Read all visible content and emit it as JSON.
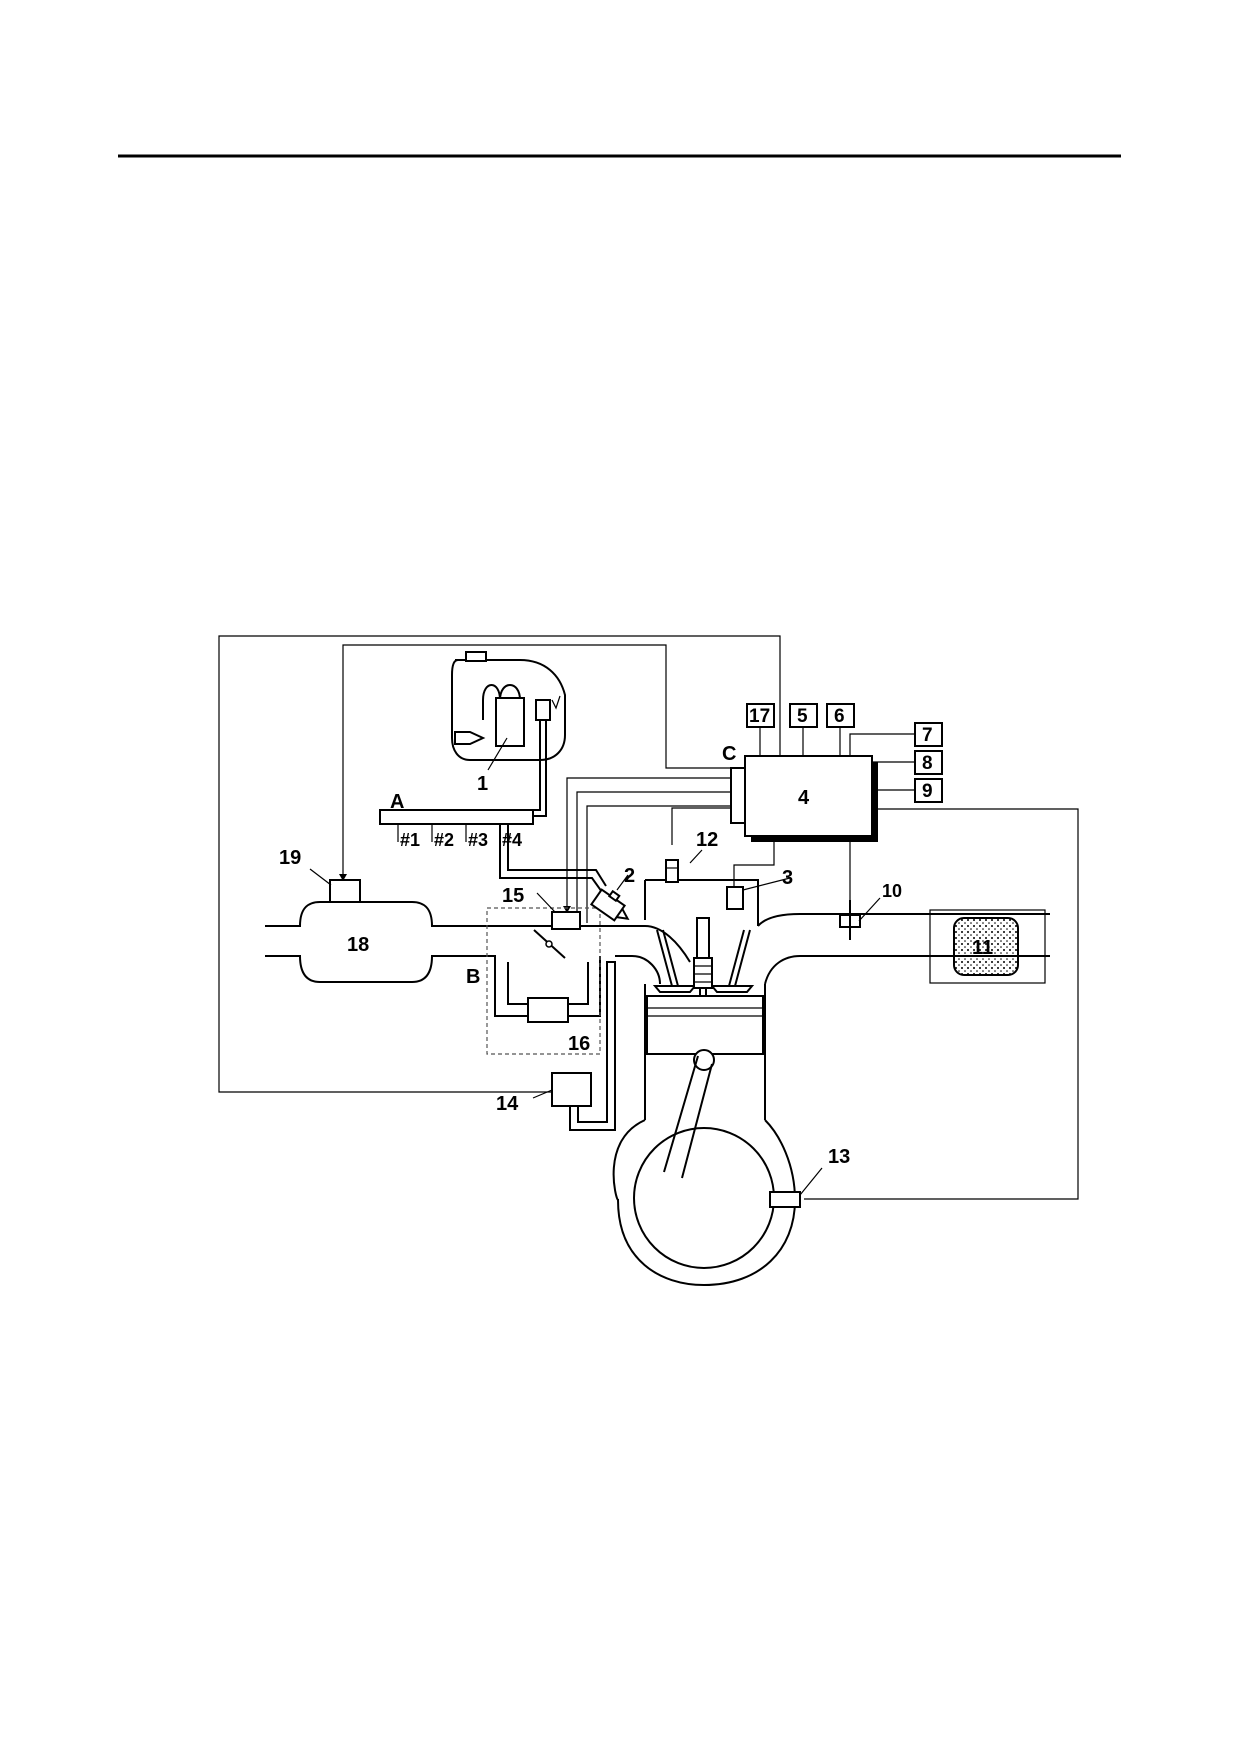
{
  "diagram": {
    "letters": {
      "a": "A",
      "b": "B",
      "c": "C"
    },
    "cylinders": [
      "#1",
      "#2",
      "#3",
      "#4"
    ],
    "parts": {
      "p1": "1",
      "p2": "2",
      "p3": "3",
      "p4": "4",
      "p5": "5",
      "p6": "6",
      "p7": "7",
      "p8": "8",
      "p9": "9",
      "p10": "10",
      "p11": "11",
      "p12": "12",
      "p13": "13",
      "p14": "14",
      "p15": "15",
      "p16": "16",
      "p17": "17",
      "p18": "18",
      "p19": "19"
    }
  }
}
